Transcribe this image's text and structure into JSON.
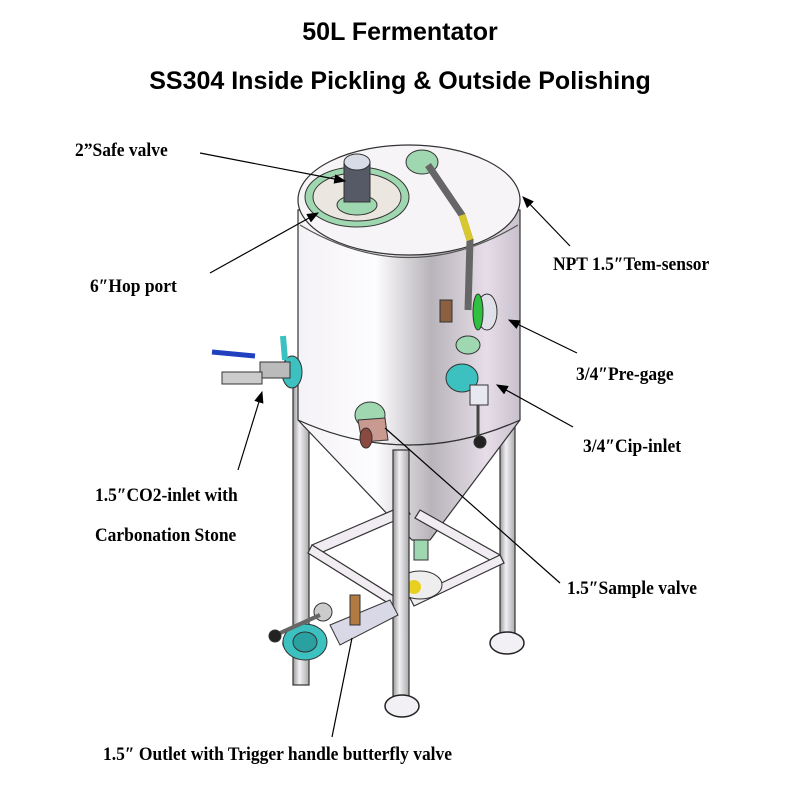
{
  "title": {
    "line1": "50L Fermentator",
    "line2": "SS304 Inside Pickling & Outside Polishing"
  },
  "labels": {
    "safe_valve": "2”Safe valve",
    "hop_port": "6″Hop port",
    "tem_sensor": "NPT 1.5″Tem-sensor",
    "pre_gage": "3/4″Pre-gage",
    "cip_inlet": "3/4″Cip-inlet",
    "co2_inlet_line1": "1.5″CO2-inlet with",
    "co2_inlet_line2": "Carbonation Stone",
    "sample_valve": "1.5″Sample valve",
    "outlet": "1.5″ Outlet with Trigger handle butterfly valve"
  },
  "colors": {
    "steel": "#e8e4ea",
    "clamp": "#9fd8b0",
    "valve_teal": "#3cc0c0",
    "handle_blue": "#2040c0",
    "copper": "#c89070"
  }
}
